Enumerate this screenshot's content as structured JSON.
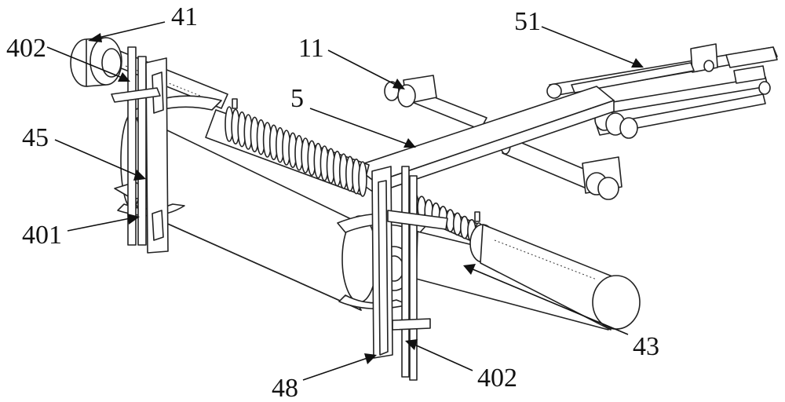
{
  "labels": {
    "l41": "41",
    "l402_top": "402",
    "l11": "11",
    "l51": "51",
    "l5": "5",
    "l45": "45",
    "l401": "401",
    "l43": "43",
    "l48": "48",
    "l402_bottom": "402"
  }
}
